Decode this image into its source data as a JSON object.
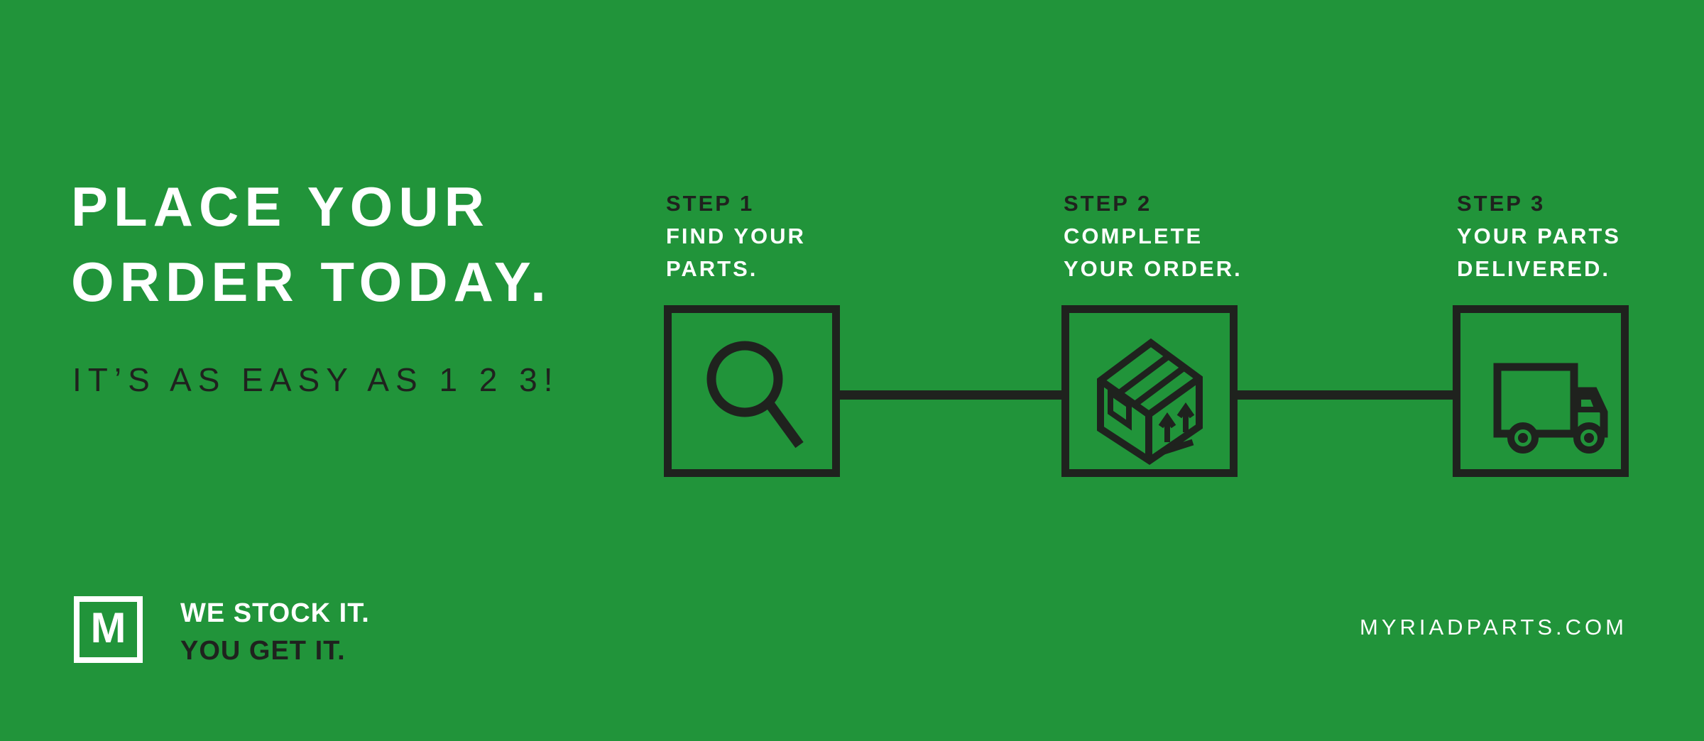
{
  "theme": {
    "bg": "#21943A",
    "ink": "#1F221E",
    "white": "#FFFFFF"
  },
  "hero": {
    "headline_line1": "PLACE YOUR",
    "headline_line2": "ORDER TODAY.",
    "subtitle": "IT’S AS EASY AS 1 2 3!"
  },
  "steps": [
    {
      "label": "STEP 1",
      "line1": "FIND YOUR",
      "line2": "PARTS.",
      "icon": "search-icon"
    },
    {
      "label": "STEP 2",
      "line1": "COMPLETE",
      "line2": "YOUR ORDER.",
      "icon": "package-icon"
    },
    {
      "label": "STEP 3",
      "line1": "YOUR PARTS",
      "line2": "DELIVERED.",
      "icon": "truck-icon"
    }
  ],
  "footer": {
    "logo_letter": "M",
    "tagline_line1": "WE STOCK IT.",
    "tagline_line2": "YOU GET IT.",
    "website": "MYRIADPARTS.COM"
  }
}
